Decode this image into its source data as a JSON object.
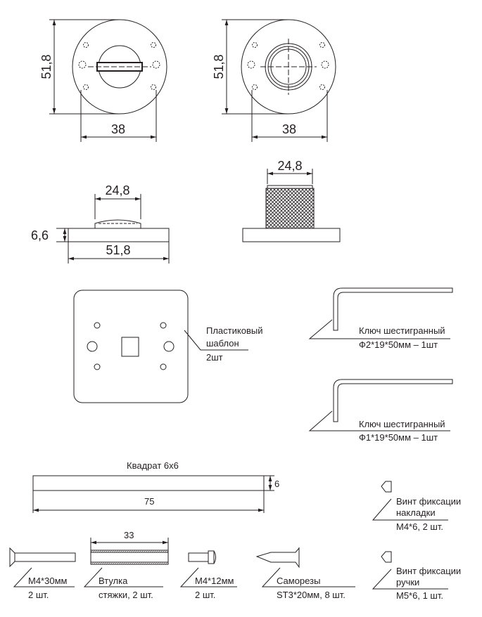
{
  "dimensions": {
    "rosette_height": "51,8",
    "rosette_holes": "38",
    "knob_width_left": "24,8",
    "knob_width_right": "24,8",
    "base_height": "6,6",
    "base_width": "51,8"
  },
  "template": {
    "line1": "Пластиковый",
    "line2": "шаблон",
    "qty": "2шт"
  },
  "hex_keys": [
    {
      "name": "Ключ шестигранный",
      "spec": "Ф2*19*50мм – 1шт"
    },
    {
      "name": "Ключ шестигранный",
      "spec": "Ф1*19*50мм – 1шт"
    }
  ],
  "square_bar": {
    "title": "Квадрат 6x6",
    "height": "6",
    "length": "75"
  },
  "sleeve_length": "33",
  "parts": [
    {
      "line1": "М4*30мм",
      "line2": "2 шт."
    },
    {
      "line1": "Втулка",
      "line2": "стяжки, 2 шт."
    },
    {
      "line1": "М4*12мм",
      "line2": "2 шт."
    },
    {
      "line1": "Саморезы",
      "line2": "ST3*20мм, 8 шт."
    }
  ],
  "set_screws": [
    {
      "line1": "Винт фиксации",
      "line2": "накладки",
      "spec": "М4*6, 2 шт."
    },
    {
      "line1": "Винт фиксации",
      "line2": "ручки",
      "spec": "М5*6, 1 шт."
    }
  ]
}
